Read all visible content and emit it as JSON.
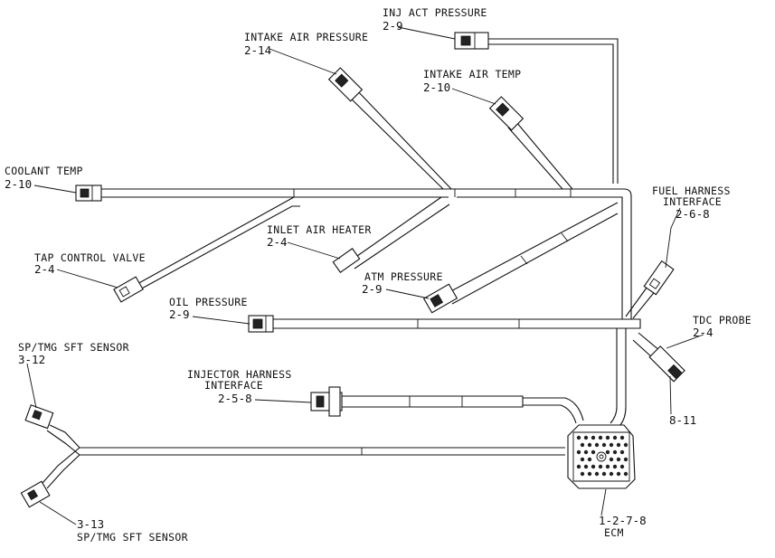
{
  "labels": {
    "inj_act_pressure": {
      "name": "INJ ACT PRESSURE",
      "ref": "2-9"
    },
    "intake_air_pressure": {
      "name": "INTAKE AIR PRESSURE",
      "ref": "2-14"
    },
    "intake_air_temp": {
      "name": "INTAKE AIR TEMP",
      "ref": "2-10"
    },
    "coolant_temp": {
      "name": "COOLANT TEMP",
      "ref": "2-10"
    },
    "fuel_harness_interface": {
      "line1": "FUEL HARNESS",
      "line2": "INTERFACE",
      "ref": "2-6-8"
    },
    "inlet_air_heater": {
      "name": "INLET AIR HEATER",
      "ref": "2-4"
    },
    "tap_control_valve": {
      "name": "TAP CONTROL VALVE",
      "ref": "2-4"
    },
    "atm_pressure": {
      "name": "ATM PRESSURE",
      "ref": "2-9"
    },
    "oil_pressure": {
      "name": "OIL PRESSURE",
      "ref": "2-9"
    },
    "tdc_probe": {
      "name": "TDC PROBE",
      "ref": "2-4",
      "ref2": "8-11"
    },
    "sp_tmg_sft_upper": {
      "name": "SP/TMG SFT SENSOR",
      "ref": "3-12"
    },
    "injector_harness_interface": {
      "line1": "INJECTOR HARNESS",
      "line2": "INTERFACE",
      "ref": "2-5-8"
    },
    "ecm": {
      "name": "ECM",
      "ref": "1-2-7-8"
    },
    "sp_tmg_sft_lower": {
      "name": "SP/TMG SFT SENSOR",
      "ref": "3-13"
    }
  }
}
